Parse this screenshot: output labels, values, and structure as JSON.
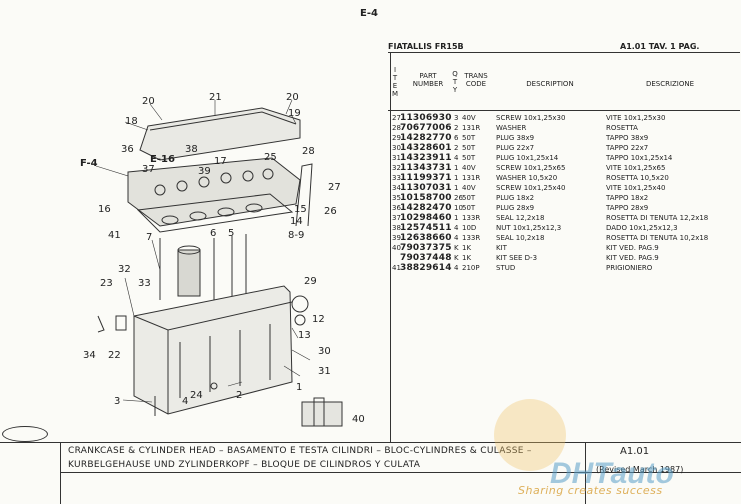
{
  "page_id": "E-4",
  "model": "FIATALLIS FR15B",
  "table_ref": "A1.01 TAV. 1 PAG.",
  "columns": {
    "item": "ITEM",
    "part_no": "PART NUMBER",
    "qty": "QTY",
    "trans_code": "TRANS CODE",
    "description": "DESCRIPTION",
    "descrizione": "DESCRIZIONE"
  },
  "parts": [
    {
      "item": "27",
      "part": "11306930",
      "qty": "3",
      "code": "40V",
      "desc": "SCREW 10x1,25x30",
      "descr": "VITE 10x1,25x30"
    },
    {
      "item": "28",
      "part": "70677006",
      "qty": "2",
      "code": "131R",
      "desc": "WASHER",
      "descr": "ROSETTA"
    },
    {
      "item": "29",
      "part": "14282770",
      "qty": "6",
      "code": "50T",
      "desc": "PLUG 38x9",
      "descr": "TAPPO 38x9"
    },
    {
      "item": "30",
      "part": "14328601",
      "qty": "2",
      "code": "50T",
      "desc": "PLUG 22x7",
      "descr": "TAPPO 22x7"
    },
    {
      "item": "31",
      "part": "14323911",
      "qty": "4",
      "code": "50T",
      "desc": "PLUG 10x1,25x14",
      "descr": "TAPPO 10x1,25x14"
    },
    {
      "item": "32",
      "part": "11343731",
      "qty": "1",
      "code": "40V",
      "desc": "SCREW 10x1,25x65",
      "descr": "VITE 10x1,25x65"
    },
    {
      "item": "33",
      "part": "11199371",
      "qty": "1",
      "code": "131R",
      "desc": "WASHER 10,5x20",
      "descr": "ROSETTA 10,5x20"
    },
    {
      "item": "34",
      "part": "11307031",
      "qty": "1",
      "code": "40V",
      "desc": "SCREW 10x1,25x40",
      "descr": "VITE 10x1,25x40"
    },
    {
      "item": "35",
      "part": "10158700",
      "qty": "26",
      "code": "50T",
      "desc": "PLUG 18x2",
      "descr": "TAPPO 18x2"
    },
    {
      "item": "36",
      "part": "14282470",
      "qty": "10",
      "code": "50T",
      "desc": "PLUG 28x9",
      "descr": "TAPPO 28x9"
    },
    {
      "item": "37",
      "part": "10298460",
      "qty": "1",
      "code": "133R",
      "desc": "SEAL 12,2x18",
      "descr": "ROSETTA DI TENUTA 12,2x18"
    },
    {
      "item": "38",
      "part": "12574511",
      "qty": "4",
      "code": "10D",
      "desc": "NUT 10x1,25x12,3",
      "descr": "DADO 10x1,25x12,3"
    },
    {
      "item": "39",
      "part": "12638660",
      "qty": "4",
      "code": "133R",
      "desc": "SEAL 10,2x18",
      "descr": "ROSETTA DI TENUTA 10,2x18"
    },
    {
      "item": "40",
      "part": "79037375",
      "qty": "K",
      "code": "1K",
      "desc": "KIT",
      "descr": "KIT VED. PAG.9"
    },
    {
      "item": "",
      "part": "79037448",
      "qty": "K",
      "code": "1K",
      "desc": "KIT SEE  D-3",
      "descr": "KIT VED. PAG.9"
    },
    {
      "item": "41",
      "part": "38829614",
      "qty": "4",
      "code": "210P",
      "desc": "STUD",
      "descr": "PRIGIONIERO"
    }
  ],
  "callouts": [
    "20",
    "21",
    "20",
    "19",
    "18",
    "38",
    "17",
    "36",
    "E-16",
    "37",
    "39",
    "25",
    "28",
    "F-4",
    "27",
    "16",
    "15",
    "14",
    "26",
    "41",
    "7",
    "6",
    "5",
    "8-9",
    "32",
    "33",
    "23",
    "29",
    "12",
    "34",
    "22",
    "13",
    "30",
    "31",
    "1",
    "24",
    "2",
    "3",
    "40",
    "4"
  ],
  "caption_line1": "CRANKCASE & CYLINDER HEAD  –  BASAMENTO E TESTA CILINDRI  –  BLOC-CYLINDRES & CULASSE  –",
  "caption_line2": "KURBELGEHAUSE UND ZYLINDERKOPF  –  BLOQUE DE CILINDROS Y CULATA",
  "footer_code": "A1.01",
  "revised": "(Revised March 1987)",
  "watermark_text": "Sharing creates success",
  "colors": {
    "ink": "#222222",
    "watermark": "#d9a440",
    "paper": "#fbfbf7"
  }
}
